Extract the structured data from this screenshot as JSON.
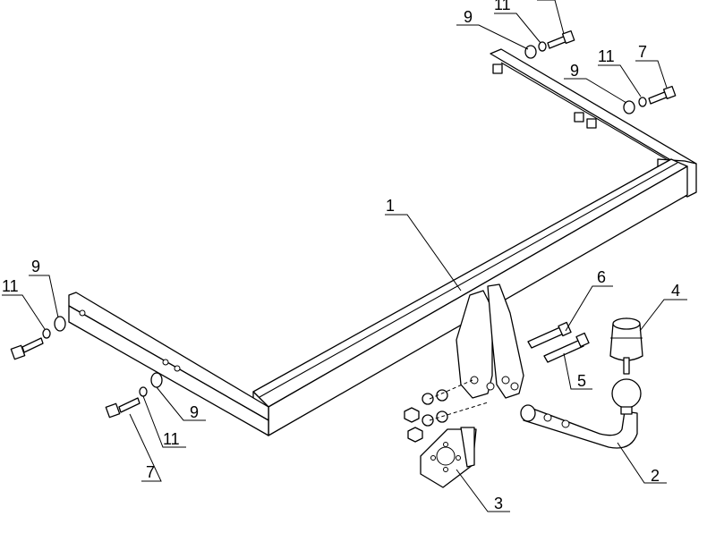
{
  "callouts": {
    "c1": "1",
    "c2": "2",
    "c3": "3",
    "c4": "4",
    "c5": "5",
    "c6": "6",
    "c7": "7",
    "c9": "9",
    "c11": "11"
  },
  "colors": {
    "line": "#000000",
    "background": "#ffffff"
  }
}
